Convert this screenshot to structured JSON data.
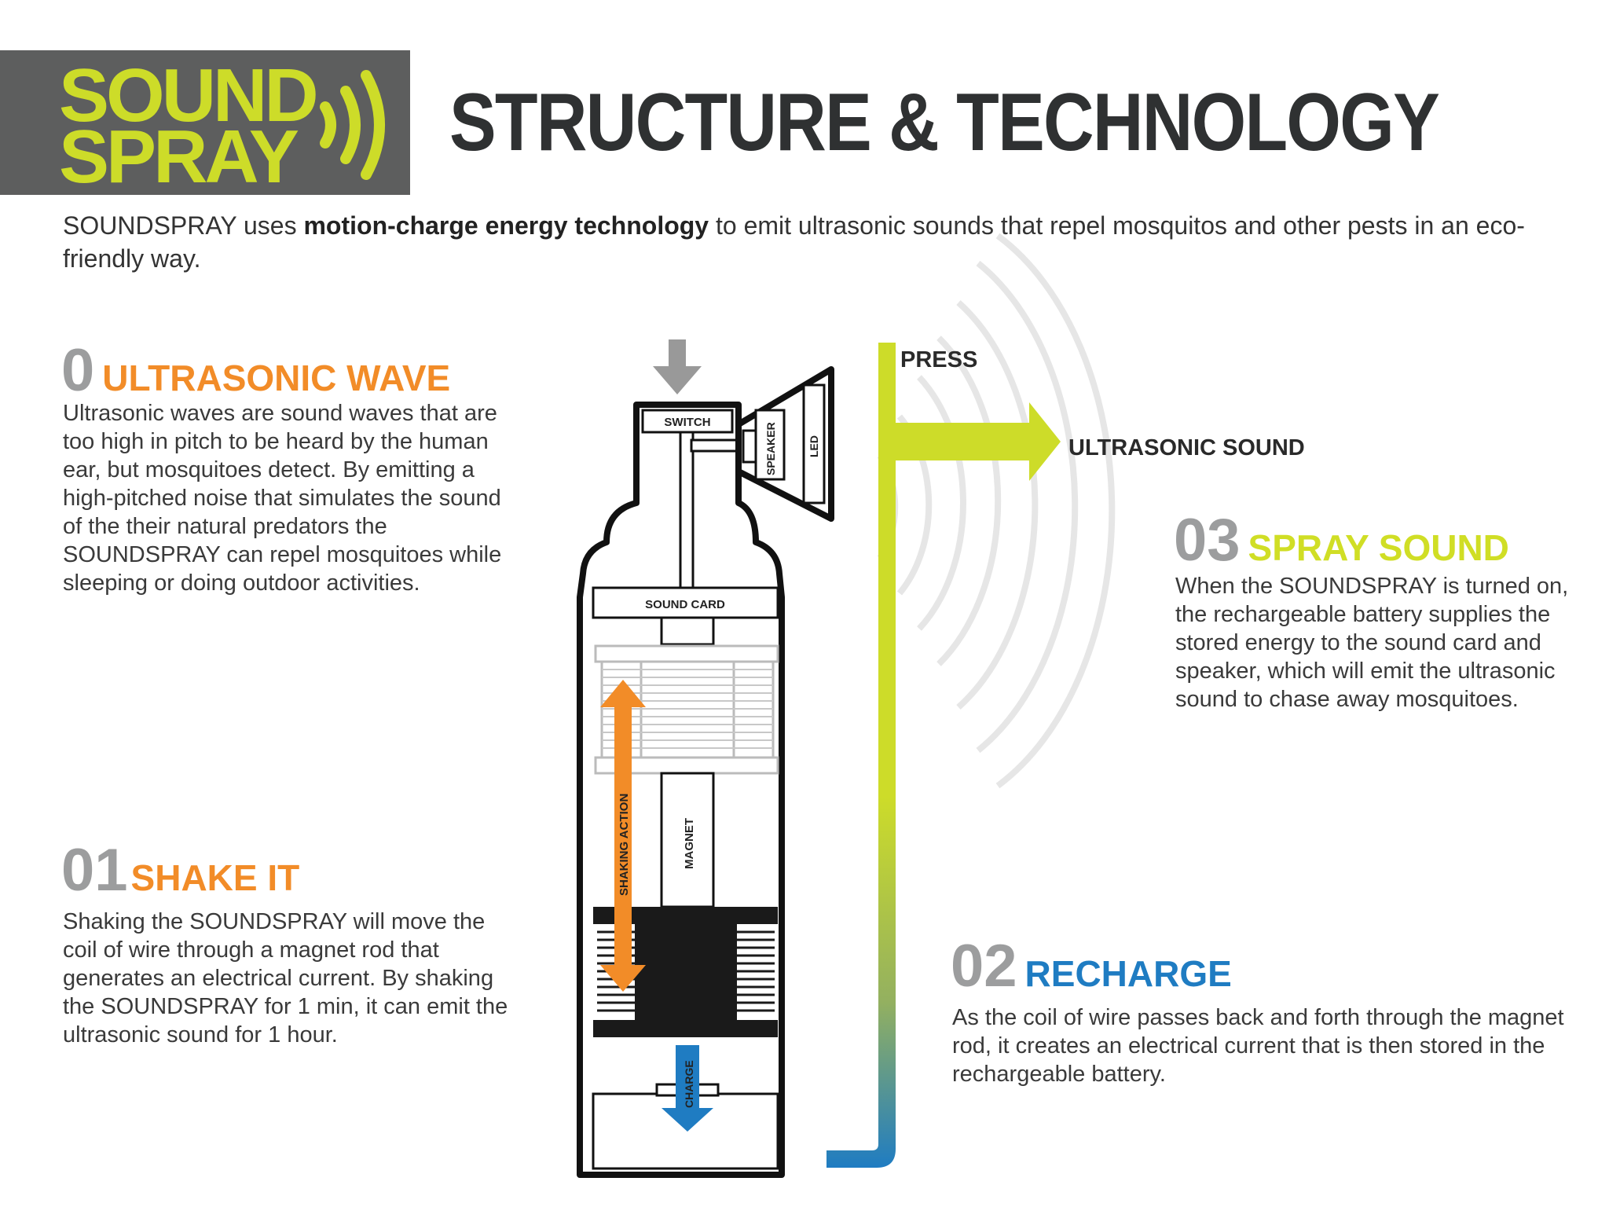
{
  "logo": {
    "line1": "SOUND",
    "line2": "SPRAY",
    "accent_color": "#cddc29",
    "bg_color": "#5d5e5e"
  },
  "title": "STRUCTURE & TECHNOLOGY",
  "intro": {
    "pre": "SOUNDSPRAY uses ",
    "bold": "motion-charge energy technology",
    "post": " to emit ultrasonic sounds that repel mosquitos and other pests in an eco-friendly way."
  },
  "steps": [
    {
      "num": "0",
      "title": "ULTRASONIC WAVE",
      "color": "#f28c28",
      "body": "Ultrasonic waves are sound waves that are too high in pitch to be heard by the human ear, but mosquitoes detect. By emitting a high-pitched noise that simulates the sound of the their natural predators the SOUNDSPRAY can repel mosquitoes while sleeping or doing outdoor activities."
    },
    {
      "num": "01",
      "title": "SHAKE IT",
      "color": "#f28c28",
      "body": "Shaking the SOUNDSPRAY will move the coil of wire through a magnet rod that generates an electrical current. By shaking the SOUNDSPRAY for 1 min, it can emit the ultrasonic sound for 1 hour."
    },
    {
      "num": "02",
      "title": "RECHARGE",
      "color": "#1f7cc2",
      "body": "As the coil of wire passes back and forth through the magnet rod, it creates an electrical current that is then stored in the rechargeable battery."
    },
    {
      "num": "03",
      "title": "SPRAY SOUND",
      "color": "#d0de25",
      "body": "When the SOUNDSPRAY is turned on, the rechargeable battery supplies the stored energy to the sound card and speaker, which will emit the ultrasonic sound to chase away mosquitoes."
    }
  ],
  "diagram": {
    "switch": "SWITCH",
    "speaker": "SPEAKER",
    "led": "LED",
    "sound_card": "SOUND CARD",
    "magnet": "MAGNET",
    "shaking_action": "SHAKING ACTION",
    "charge": "CHARGE",
    "press": "PRESS",
    "ultrasonic_sound": "ULTRASONIC SOUND"
  },
  "colors": {
    "orange": "#f28c28",
    "lime": "#cddc29",
    "blue": "#1f7cc2",
    "grey_arrow": "#999999"
  }
}
